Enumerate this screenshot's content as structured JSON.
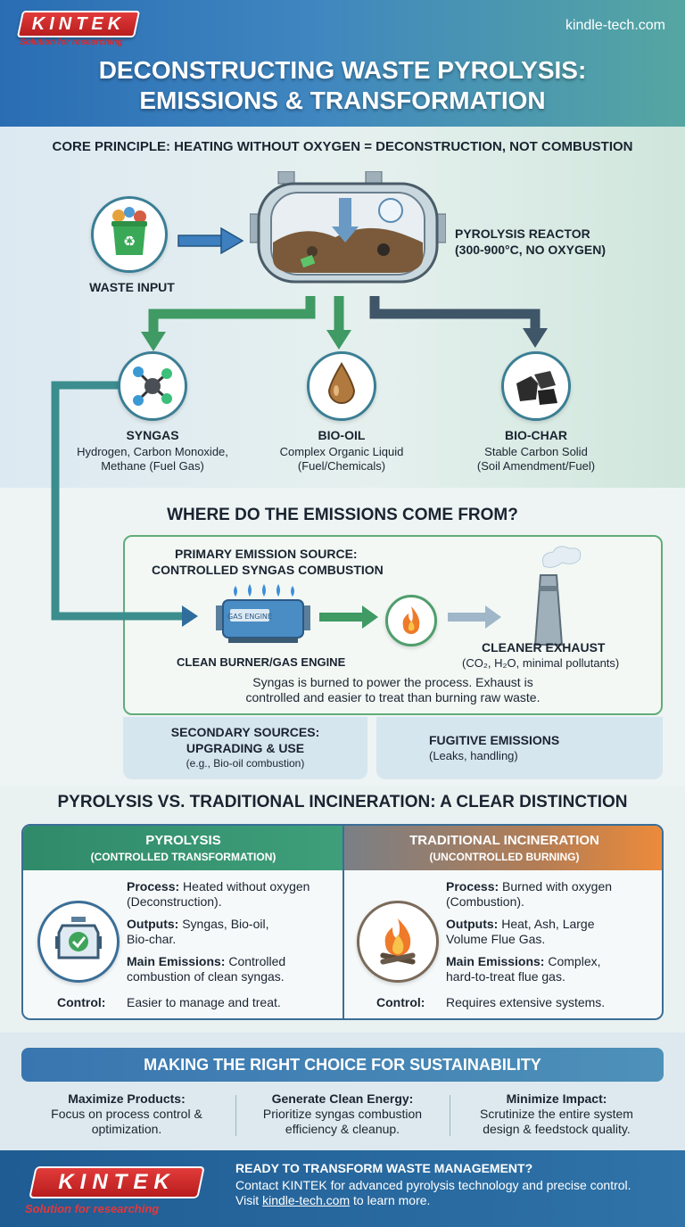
{
  "header": {
    "logo": "KINTEK",
    "logo_tagline": "Solution for researching",
    "site": "kindle-tech.com",
    "title_line1": "DECONSTRUCTING WASTE PYROLYSIS:",
    "title_line2": "EMISSIONS & TRANSFORMATION"
  },
  "core": {
    "title": "CORE PRINCIPLE: HEATING WITHOUT OXYGEN = DECONSTRUCTION, NOT COMBUSTION",
    "waste_label": "WASTE INPUT",
    "reactor_line1": "PYROLYSIS REACTOR",
    "reactor_line2": "(300-900°C, NO OXYGEN)",
    "syngas": {
      "label": "SYNGAS",
      "desc1": "Hydrogen, Carbon Monoxide,",
      "desc2": "Methane (Fuel Gas)"
    },
    "biooil": {
      "label": "BIO-OIL",
      "desc1": "Complex Organic Liquid",
      "desc2": "(Fuel/Chemicals)"
    },
    "biochar": {
      "label": "BIO-CHAR",
      "desc1": "Stable Carbon Solid",
      "desc2": "(Soil Amendment/Fuel)"
    }
  },
  "emissions": {
    "title": "WHERE DO THE EMISSIONS COME FROM?",
    "primary_line1": "PRIMARY EMISSION SOURCE:",
    "primary_line2": "CONTROLLED SYNGAS COMBUSTION",
    "burner_label": "CLEAN BURNER/GAS ENGINE",
    "engine_plate": "GAS ENGINE",
    "exhaust_label": "CLEANER EXHAUST",
    "exhaust_desc": "(CO₂, H₂O, minimal pollutants)",
    "note1": "Syngas is burned to power the process. Exhaust is",
    "note2": "controlled and easier to treat than burning raw waste.",
    "secondary_line1": "SECONDARY SOURCES:",
    "secondary_line2": "UPGRADING & USE",
    "secondary_desc": "(e.g., Bio-oil combustion)",
    "fugitive_title": "FUGITIVE EMISSIONS",
    "fugitive_desc": "(Leaks, handling)"
  },
  "comparison": {
    "title": "PYROLYSIS VS. TRADITIONAL INCINERATION: A CLEAR DISTINCTION",
    "left": {
      "head1": "PYROLYSIS",
      "head2": "(CONTROLLED TRANSFORMATION)",
      "process_k": "Process:",
      "process_v1": " Heated without oxygen",
      "process_v2": "(Deconstruction).",
      "outputs_k": "Outputs:",
      "outputs_v1": " Syngas, Bio-oil,",
      "outputs_v2": "Bio-char.",
      "emis_k": "Main Emissions:",
      "emis_v1": " Controlled",
      "emis_v2": "combustion of clean syngas.",
      "control_k": "Control:",
      "control_v": "Easier to manage and treat."
    },
    "right": {
      "head1": "TRADITIONAL INCINERATION",
      "head2": "(UNCONTROLLED BURNING)",
      "process_k": "Process:",
      "process_v1": " Burned with oxygen",
      "process_v2": "(Combustion).",
      "outputs_k": "Outputs:",
      "outputs_v1": " Heat, Ash, Large",
      "outputs_v2": "Volume Flue Gas.",
      "emis_k": "Main Emissions:",
      "emis_v1": " Complex,",
      "emis_v2": "hard-to-treat flue gas.",
      "control_k": "Control:",
      "control_v": "Requires extensive systems."
    }
  },
  "choice": {
    "title": "MAKING THE RIGHT CHOICE FOR SUSTAINABILITY",
    "cols": [
      {
        "title": "Maximize Products:",
        "l1": "Focus on process control &",
        "l2": "optimization."
      },
      {
        "title": "Generate Clean Energy:",
        "l1": "Prioritize syngas combustion",
        "l2": "efficiency & cleanup."
      },
      {
        "title": "Minimize Impact:",
        "l1": "Scrutinize the entire system",
        "l2": "design & feedstock quality."
      }
    ]
  },
  "footer": {
    "logo": "KINTEK",
    "tagline": "Solution for researching",
    "cta": "READY TO TRANSFORM WASTE MANAGEMENT?",
    "line1": "Contact KINTEK for advanced pyrolysis technology and precise control.",
    "line2_pre": "Visit ",
    "line2_link": "kindle-tech.com",
    "line2_post": " to learn more."
  },
  "colors": {
    "primary_blue": "#2a6db3",
    "green": "#3f9a5f",
    "orange": "#e88a3a",
    "dark": "#1a2430"
  }
}
